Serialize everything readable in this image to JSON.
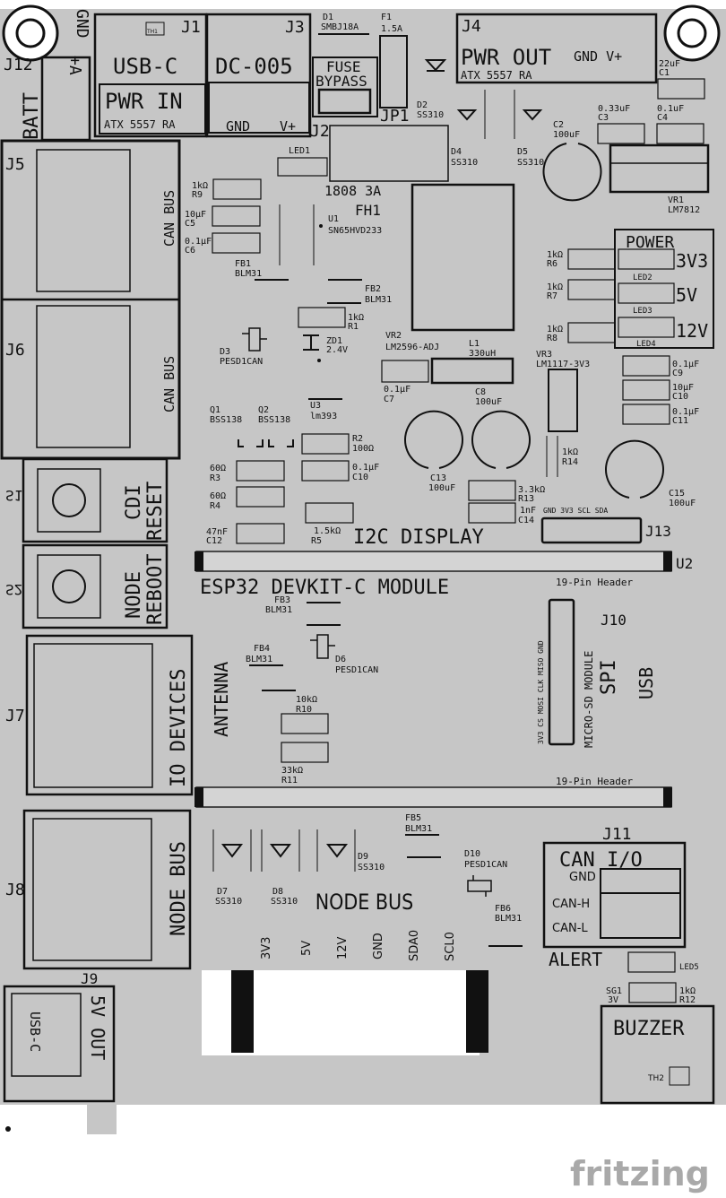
{
  "board": {
    "j12": "J12",
    "batt": "BATT",
    "plus_a": "+A",
    "gnd_top": "GND",
    "j1": "J1",
    "th1": "TH1",
    "usbc": "USB-C",
    "pwr_in": "PWR IN",
    "atx_in": "ATX 5557 RA",
    "j3": "J3",
    "dc005": "DC-005",
    "gnd_j3": "GND",
    "vplus_j3": "V+",
    "d1": "D1",
    "smbj": "SMBJ18A",
    "f1": "F1",
    "f1_val": "1.5A",
    "fuse_bypass_1": "FUSE",
    "fuse_bypass_2": "BYPASS",
    "jp1": "JP1",
    "j2": "J2",
    "j4": "J4",
    "pwr_out": "PWR OUT",
    "gnd_vplus_out": "GND V+",
    "atx_out": "ATX 5557 RA",
    "c1": "C1",
    "c1_val": "22uF",
    "c3": "C3",
    "c3_val": "0.33uF",
    "c4": "C4",
    "c4_val": "0.1uF",
    "d2": "D2",
    "d2_val": "SS310",
    "c2": "C2",
    "c2_val": "100uF",
    "d4": "D4",
    "d4_val": "SS310",
    "d5": "D5",
    "d5_val": "SS310",
    "vr1": "VR1",
    "vr1_val": "LM7812",
    "led1": "LED1",
    "fh_val": "1808 3A",
    "fh1": "FH1",
    "j5": "J5",
    "j6": "J6",
    "can_bus": "CAN BUS",
    "r9": "R9",
    "r9_val": "1kΩ",
    "c5": "C5",
    "c5_val": "10μF",
    "c6": "C6",
    "c6_val": "0.1μF",
    "u1": "U1",
    "u1_val": "SN65HVD233",
    "fb1": "FB1",
    "fb1_val": "BLM31",
    "fb2": "FB2",
    "fb2_val": "BLM31",
    "r1": "R1",
    "r1_val": "1kΩ",
    "zd1": "ZD1",
    "zd1_val": "2.4V",
    "d3": "D3",
    "d3_val": "PESD1CAN",
    "vr2": "VR2",
    "vr2_val": "LM2596-ADJ",
    "l1": "L1",
    "l1_val": "330uH",
    "c7": "C7",
    "c7_val": "0.1μF",
    "c8": "C8",
    "c8_val": "100uF",
    "power": "POWER",
    "v3v3": "3V3",
    "v5": "5V",
    "v12": "12V",
    "led2": "LED2",
    "led3": "LED3",
    "led4": "LED4",
    "r6": "R6",
    "r6_val": "1kΩ",
    "r7": "R7",
    "r7_val": "1kΩ",
    "r8": "R8",
    "r8_val": "1kΩ",
    "vr3": "VR3",
    "vr3_val": "LM1117-3V3",
    "c9": "C9",
    "c9_val": "0.1μF",
    "c10b": "C10",
    "c10b_val": "10μF",
    "c11": "C11",
    "c11_val": "0.1μF",
    "q1": "Q1",
    "q1_val": "BSS138",
    "q2": "Q2",
    "q2_val": "BSS138",
    "u3": "U3",
    "u3_val": "lm393",
    "r2": "R2",
    "r2_val": "100Ω",
    "c10": "C10",
    "c10_val": "0.1μF",
    "r3": "R3",
    "r3_val": "60Ω",
    "r4": "R4",
    "r4_val": "60Ω",
    "c12": "C12",
    "c12_val": "47nF",
    "r5": "R5",
    "r5_val": "1.5kΩ",
    "c13": "C13",
    "c13_val": "100uF",
    "r14": "R14",
    "r14_val": "1kΩ",
    "r13": "R13",
    "r13_val": "3.3kΩ",
    "c14": "C14",
    "c14_val": "1nF",
    "c15": "C15",
    "c15_val": "100uF",
    "j13_pins": "GND 3V3  SCL SDA",
    "j13": "J13",
    "i2c_display": "I2C DISPLAY",
    "s1": "S1",
    "cdi": "CDI",
    "reset": "RESET",
    "s2": "S2",
    "node": "NODE",
    "reboot": "REBOOT",
    "esp32": "ESP32 DEVKIT-C MODULE",
    "header_19": "19-Pin Header",
    "u2": "U2",
    "fb3": "FB3",
    "fb3_val": "BLM31",
    "fb4": "FB4",
    "fb4_val": "BLM31",
    "d6": "D6",
    "d6_val": "PESD1CAN",
    "antenna": "ANTENNA",
    "r10": "R10",
    "r10_val": "10kΩ",
    "r11": "R11",
    "r11_val": "33kΩ",
    "j10": "J10",
    "microsd": "MICRO-SD MODULE",
    "spi": "SPI",
    "usb": "USB",
    "sd_pins": "3V3 CS MOSI CLK MISO GND",
    "j7": "J7",
    "io_devices": "IO DEVICES",
    "j8": "J8",
    "node_bus_v": "NODE BUS",
    "fb5": "FB5",
    "fb5_val": "BLM31",
    "d7": "D7",
    "d7_val": "SS310",
    "d8": "D8",
    "d8_val": "SS310",
    "d9": "D9",
    "d9_val": "SS310",
    "d10": "D10",
    "d10_val": "PESD1CAN",
    "node_bus": "NODE BUS",
    "fb6": "FB6",
    "fb6_val": "BLM31",
    "nb_pins": [
      "3V3",
      "5V",
      "12V",
      "GND",
      "SDA0",
      "SCL0"
    ],
    "j11": "J11",
    "can_io": "CAN I/O",
    "can_gnd": "GND",
    "can_h": "CAN-H",
    "can_l": "CAN-L",
    "alert": "ALERT",
    "led5": "LED5",
    "j9": "J9",
    "usbc_out": "USB-C",
    "v5_out": "5V OUT",
    "sg1": "SG1",
    "sg1_val": "3V",
    "r12": "R12",
    "r12_val": "1kΩ",
    "buzzer": "BUZZER",
    "th2": "TH2"
  },
  "brand": "fritzing",
  "colors": {
    "board": "#c6c6c6",
    "silk": "#111111",
    "brand": "#a9a9a9"
  }
}
